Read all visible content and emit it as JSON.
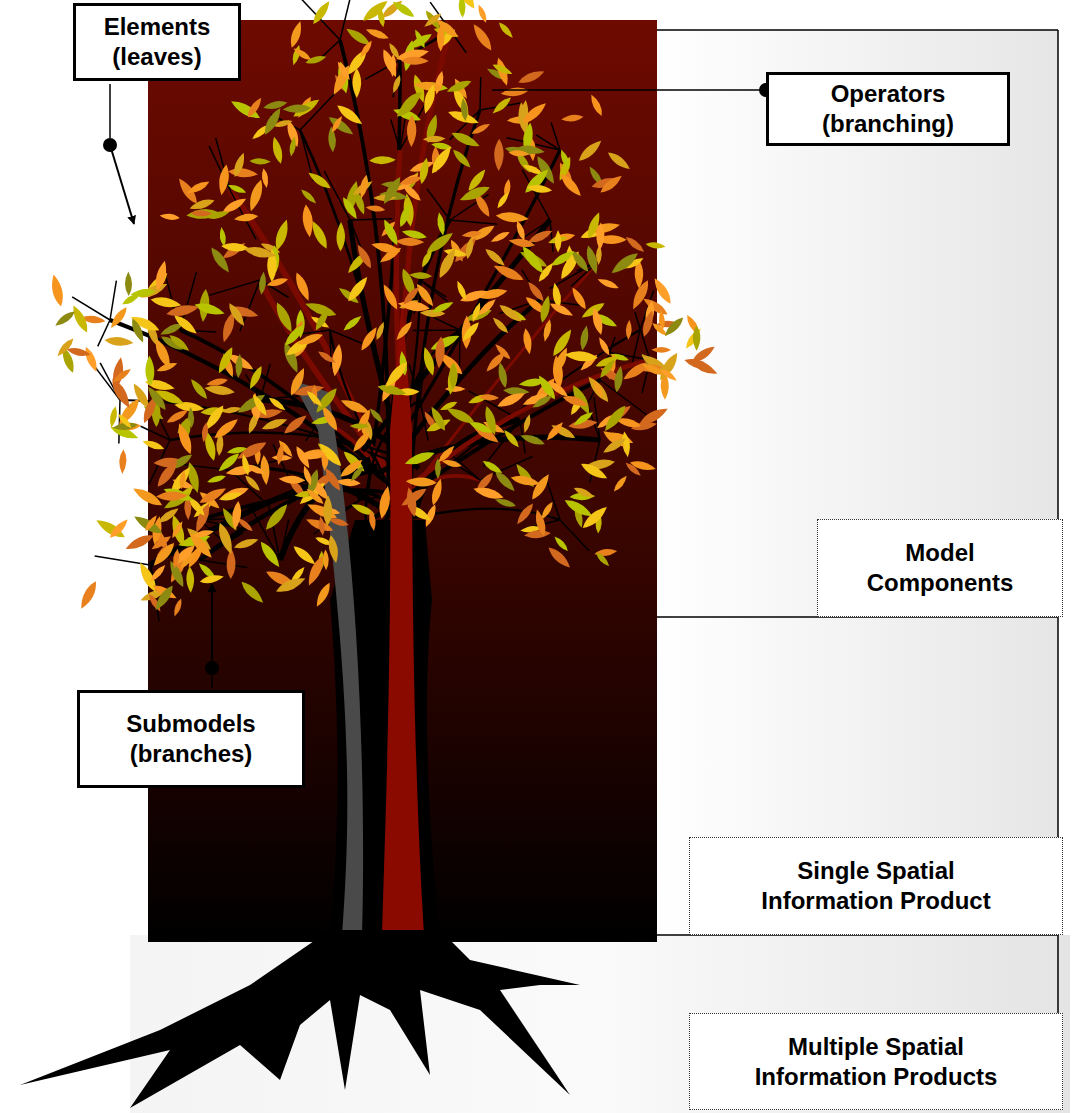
{
  "diagram": {
    "nodes": [
      {
        "text": [
          "Elements (leaves)"
        ]
      },
      {
        "text": [
          "Operators (branching)"
        ]
      },
      {
        "text": [
          "Model Components"
        ]
      },
      {
        "text": [
          "Submodels (branches)"
        ]
      },
      {
        "text": [
          "Single Spatial Information Product"
        ]
      },
      {
        "text": [
          "Multiple Spatial Information Products"
        ]
      }
    ]
  }
}
